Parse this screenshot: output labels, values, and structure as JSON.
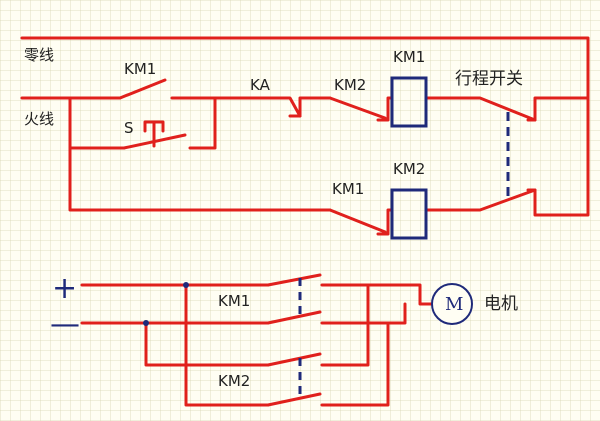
{
  "labels": {
    "neutral_wire": "零线",
    "live_wire": "火线",
    "km1_contact_top": "KM1",
    "button_s": "S",
    "ka_contact": "KA",
    "km2_interlock_contact": "KM2",
    "km1_coil": "KM1",
    "travel_switch": "行程开关",
    "km2_coil": "KM2",
    "km1_interlock_contact": "KM1",
    "plus_sign": "+",
    "minus_sign": "—",
    "km1_power_contacts": "KM1",
    "km2_power_contacts": "KM2",
    "motor_symbol": "M",
    "motor_label": "电机"
  },
  "colors": {
    "background": "#fffef3",
    "grid": "#d8d6b4",
    "wire": "#e0201c",
    "component": "#1f2a7a",
    "text": "#222222"
  }
}
